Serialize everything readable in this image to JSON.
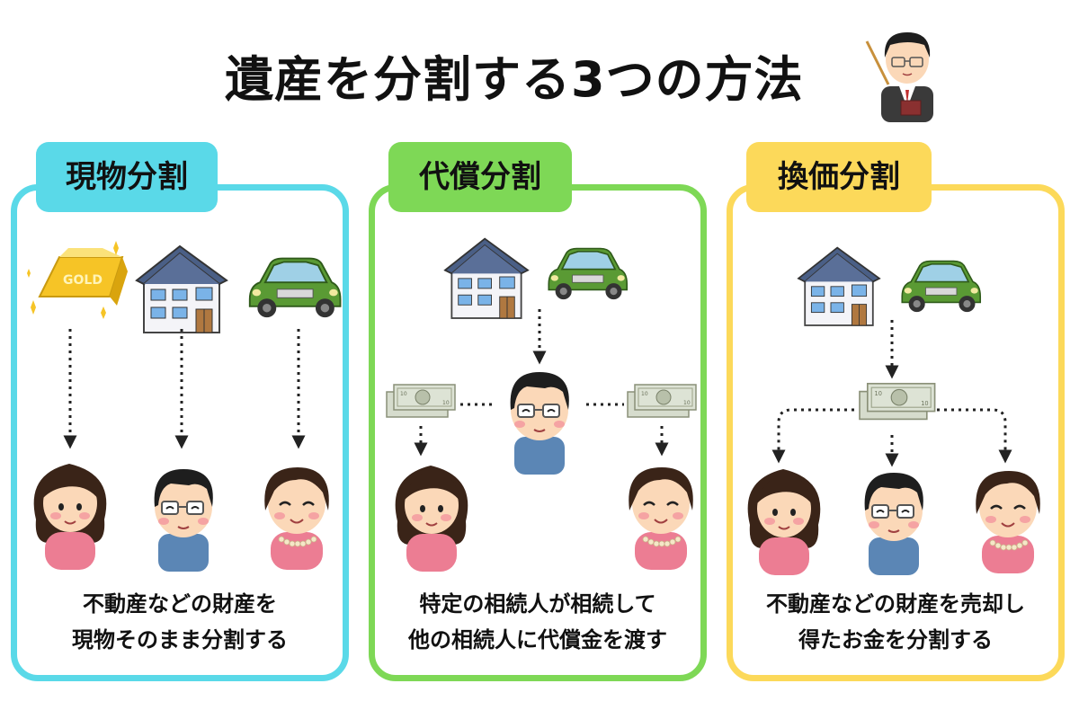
{
  "title": "遺産を分割する3つの方法",
  "colors": {
    "cyan": "#5ad9e8",
    "green": "#7ed856",
    "yellow": "#fcd95a"
  },
  "panels": [
    {
      "label": "現物分割",
      "caption_lines": [
        "不動産などの財産を",
        "現物そのまま分割する"
      ]
    },
    {
      "label": "代償分割",
      "caption_lines": [
        "特定の相続人が相続して",
        "他の相続人に代償金を渡す"
      ]
    },
    {
      "label": "換価分割",
      "caption_lines": [
        "不動産などの財産を売却し",
        "得たお金を分割する"
      ]
    }
  ],
  "gold_bar_text": "GOLD",
  "icons": [
    "teacher-icon",
    "gold-bar-icon",
    "house-icon",
    "car-icon",
    "money-icon",
    "woman-icon",
    "man-glasses-icon",
    "woman-smile-icon"
  ]
}
